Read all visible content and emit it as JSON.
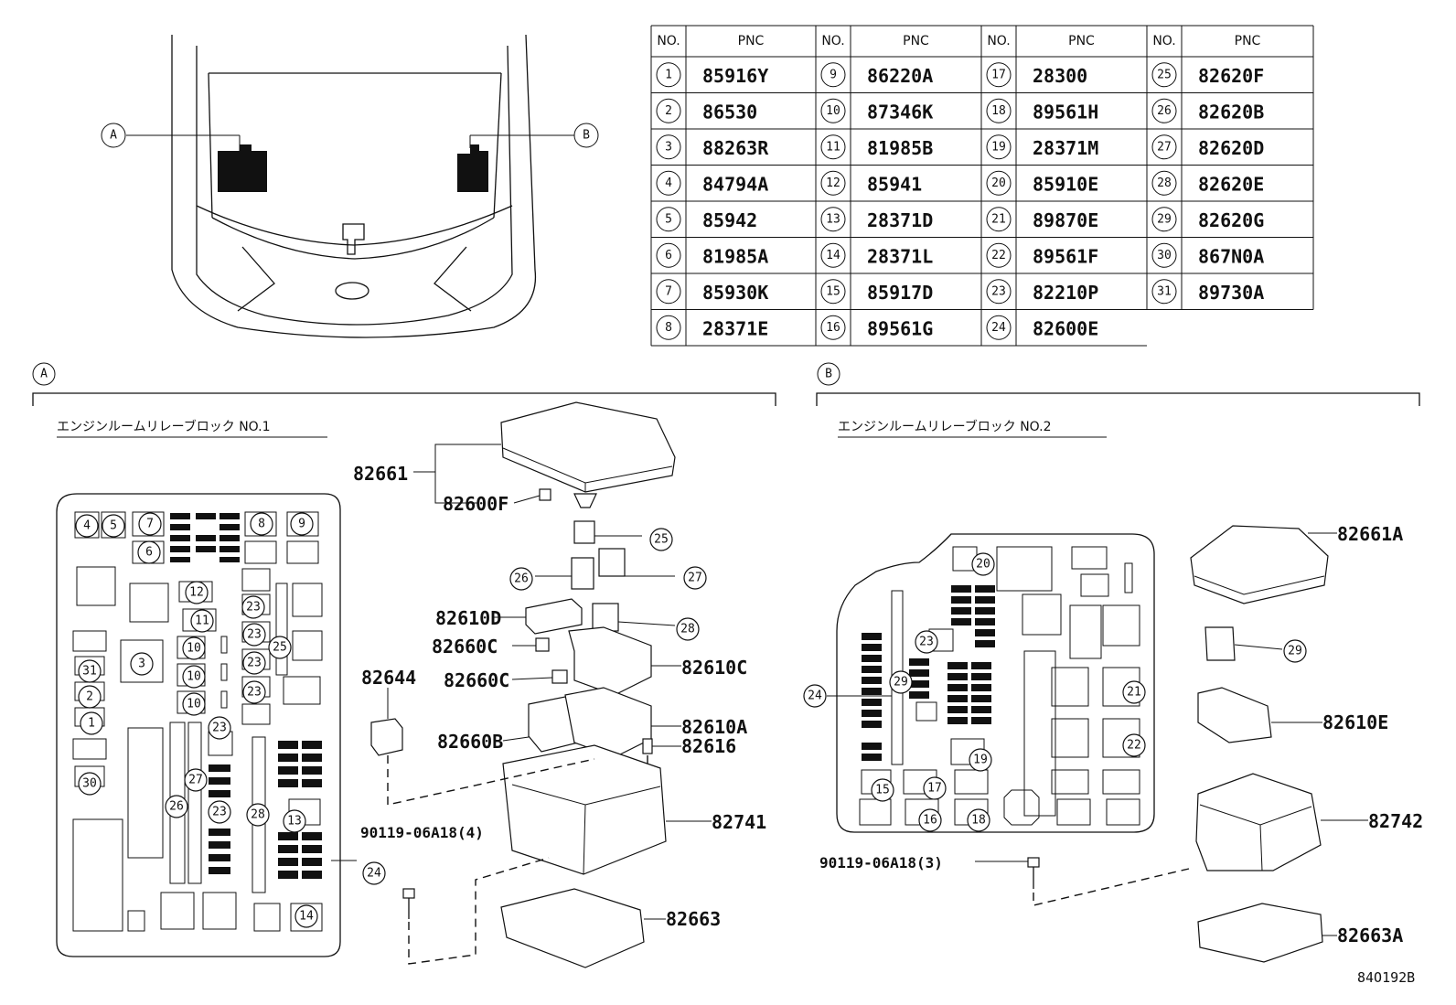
{
  "table": {
    "headers": [
      "NO.",
      "PNC",
      "NO.",
      "PNC",
      "NO.",
      "PNC",
      "NO.",
      "PNC"
    ],
    "columns": [
      [
        [
          "1",
          "85916Y"
        ],
        [
          "2",
          "86530"
        ],
        [
          "3",
          "88263R"
        ],
        [
          "4",
          "84794A"
        ],
        [
          "5",
          "85942"
        ],
        [
          "6",
          "81985A"
        ],
        [
          "7",
          "85930K"
        ],
        [
          "8",
          "28371E"
        ]
      ],
      [
        [
          "9",
          "86220A"
        ],
        [
          "10",
          "87346K"
        ],
        [
          "11",
          "81985B"
        ],
        [
          "12",
          "85941"
        ],
        [
          "13",
          "28371D"
        ],
        [
          "14",
          "28371L"
        ],
        [
          "15",
          "85917D"
        ],
        [
          "16",
          "89561G"
        ]
      ],
      [
        [
          "17",
          "28300"
        ],
        [
          "18",
          "89561H"
        ],
        [
          "19",
          "28371M"
        ],
        [
          "20",
          "85910E"
        ],
        [
          "21",
          "89870E"
        ],
        [
          "22",
          "89561F"
        ],
        [
          "23",
          "82210P"
        ],
        [
          "24",
          "82600E"
        ]
      ],
      [
        [
          "25",
          "82620F"
        ],
        [
          "26",
          "82620B"
        ],
        [
          "27",
          "82620D"
        ],
        [
          "28",
          "82620E"
        ],
        [
          "29",
          "82620G"
        ],
        [
          "30",
          "867N0A"
        ],
        [
          "31",
          "89730A"
        ]
      ]
    ]
  },
  "overview": {
    "marker_a": "A",
    "marker_b": "B"
  },
  "section_a": {
    "marker": "A",
    "title": "エンジンルームリレーブロック NO.1",
    "callouts": [
      "4",
      "5",
      "7",
      "8",
      "9",
      "6",
      "12",
      "11",
      "23",
      "23",
      "3",
      "10",
      "10",
      "10",
      "25",
      "23",
      "23",
      "31",
      "2",
      "1",
      "30",
      "23",
      "27",
      "26",
      "23",
      "28",
      "13",
      "24",
      "14"
    ],
    "part_labels": {
      "p82661": "82661",
      "p82600F": "82600F",
      "p82610D": "82610D",
      "p82660C_1": "82660C",
      "p82660C_2": "82660C",
      "p82610C": "82610C",
      "p82644": "82644",
      "p82660B": "82660B",
      "p82610A": "82610A",
      "p82616": "82616",
      "p82741": "82741",
      "bolt": "90119-06A18(4)",
      "p82663": "82663"
    },
    "part_callouts": [
      "25",
      "26",
      "27",
      "28"
    ]
  },
  "section_b": {
    "marker": "B",
    "title": "エンジンルームリレーブロック NO.2",
    "callouts": [
      "20",
      "23",
      "24",
      "29",
      "21",
      "22",
      "19",
      "15",
      "17",
      "16",
      "18"
    ],
    "part_labels": {
      "p82661A": "82661A",
      "p82610E": "82610E",
      "p82742": "82742",
      "bolt": "90119-06A18(3)",
      "p82663A": "82663A"
    },
    "part_callouts": [
      "29"
    ]
  },
  "footer": {
    "code": "84O192B"
  }
}
